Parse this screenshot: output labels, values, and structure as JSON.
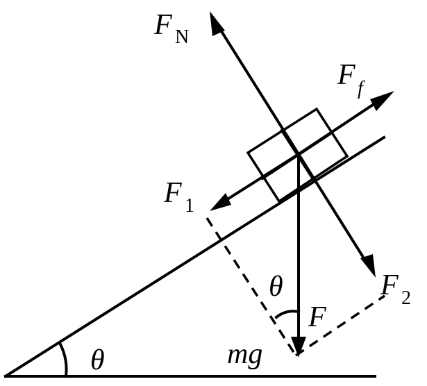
{
  "labels": {
    "normal_force": {
      "main": "F",
      "sub": "N"
    },
    "friction_force": {
      "main": "F",
      "sub": "f"
    },
    "component_along_incline": {
      "main": "F",
      "sub": "1"
    },
    "component_perpendicular": {
      "main": "F",
      "sub": "2"
    },
    "gravity": "mg",
    "resultant": "F",
    "angle_at_gravity": "θ",
    "angle_at_base": "θ"
  }
}
